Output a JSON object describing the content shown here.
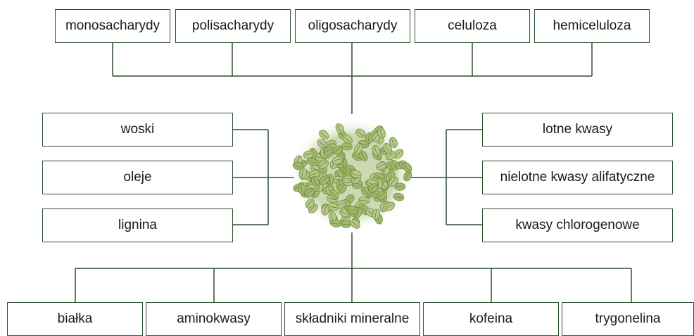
{
  "top": [
    "monosacharydy",
    "polisacharydy",
    "oligosacharydy",
    "celuloza",
    "hemiceluloza"
  ],
  "left": [
    "woski",
    "oleje",
    "lignina"
  ],
  "right": [
    "lotne kwasy",
    "nielotne kwasy alifatyczne",
    "kwasy chlorogenowe"
  ],
  "bottom": [
    "białka",
    "aminokwasy",
    "składniki mineralne",
    "kofeina",
    "trygonelina"
  ],
  "colors": {
    "line": "#2f4f2f",
    "bean_light": "#b5c98a",
    "bean_dark": "#6f8a3e"
  }
}
